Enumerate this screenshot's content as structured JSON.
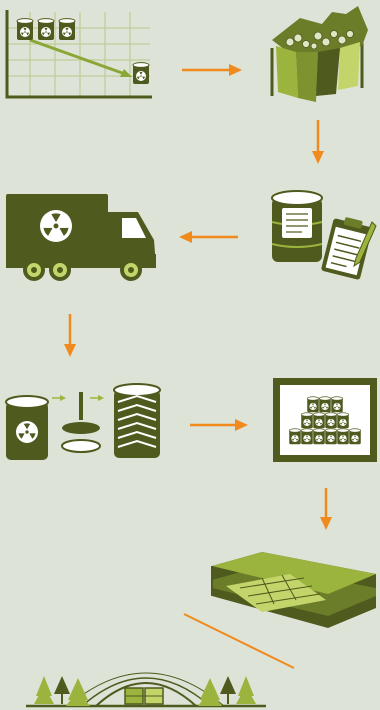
{
  "diagram": {
    "kind": "radioactive-waste-management-flow",
    "steps": [
      {
        "id": "reduce-waste",
        "icon": "waste-reduction-chart-icon"
      },
      {
        "id": "sort-waste",
        "icon": "sorting-bins-icon"
      },
      {
        "id": "package-document",
        "icon": "drum-clipboard-icon"
      },
      {
        "id": "transport",
        "icon": "radioactive-truck-icon"
      },
      {
        "id": "compact",
        "icon": "drum-compaction-icon"
      },
      {
        "id": "store",
        "icon": "drum-storage-icon"
      },
      {
        "id": "dispose",
        "icon": "geological-repository-icon"
      }
    ],
    "colors": {
      "background": "#dde3d6",
      "olive_dark": "#4e5a1e",
      "olive": "#6c7d2a",
      "olive_light": "#9bb43e",
      "lime": "#c3d56a",
      "arrow": "#f08a1c",
      "white": "#ffffff"
    }
  }
}
